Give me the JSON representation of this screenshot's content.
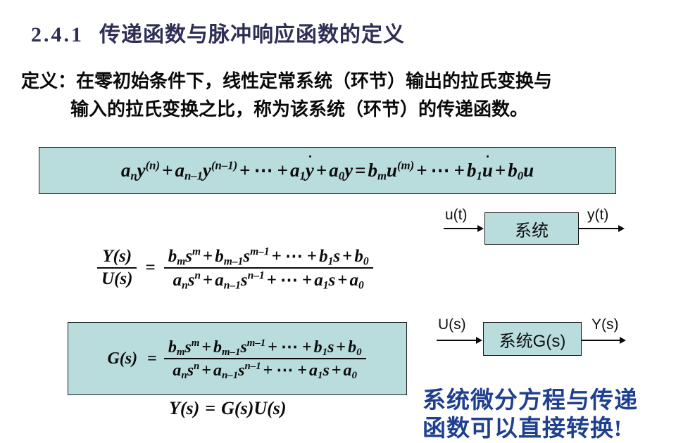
{
  "title": {
    "number": "2.4.1",
    "text": "传递函数与脉冲响应函数的定义",
    "color": "#2e2e56"
  },
  "definition": {
    "line1": "定义：在零初始条件下，线性定常系统（环节）输出的拉氏变换与",
    "line2": "输入的拉氏变换之比，称为该系统（环节）的传递函数。"
  },
  "equations": {
    "ode": {
      "plain": "a_n y^(n) + a_{n-1} y^(n-1) + ··· + a_1 ẏ + a_0 y = b_m u^(m) + ··· + b_1 u̇ + b_0 u",
      "lhs_terms": [
        "a",
        "n",
        "y",
        "(n)",
        "a",
        "n–1",
        "y",
        "(n–1)",
        "a",
        "1",
        "y",
        "a",
        "0",
        "y"
      ],
      "rhs_terms": [
        "b",
        "m",
        "u",
        "(m)",
        "b",
        "1",
        "u",
        "b",
        "0",
        "u"
      ]
    },
    "transfer": {
      "lhs_numerator": "Y(s)",
      "lhs_denominator": "U(s)",
      "rhs_numerator": "b_m s^m + b_{m-1} s^{m-1} + ··· + b_1 s + b_0",
      "rhs_denominator": "a_n s^n + a_{n-1} s^{n-1} + ··· + a_1 s + a_0"
    },
    "gs": {
      "lhs": "G(s)",
      "numerator": "b_m s^m + b_{m-1} s^{m-1} + ··· + b_1 s + b_0",
      "denominator": "a_n s^n + a_{n-1} s^{n-1} + ··· + a_1 s + a_0"
    },
    "output": "Y(s) = G(s)U(s)"
  },
  "diagram_time": {
    "input_label": "u(t)",
    "block_label": "系统",
    "output_label": "y(t)",
    "block_fill": "#b9dcdd"
  },
  "diagram_laplace": {
    "input_label": "U(s)",
    "block_label": "系统G(s)",
    "output_label": "Y(s)",
    "block_fill": "#b9dcdd"
  },
  "note": {
    "line1": "系统微分方程与传递",
    "line2": "函数可以直接转换!",
    "color": "#1f3f8f"
  },
  "symbols": {
    "a": "a",
    "b": "b",
    "s": "s",
    "u": "u",
    "y": "y",
    "n": "n",
    "m": "m",
    "one": "1",
    "zero": "0",
    "n_minus_1": "n–1",
    "m_minus_1": "m–1",
    "paren_n": "(n)",
    "paren_n_minus_1": "(n–1)",
    "paren_m": "(m)",
    "plus": "+",
    "equals": "=",
    "dots": "⋯",
    "Y_s": "Y(s)",
    "U_s": "U(s)",
    "G_s": "G(s)"
  }
}
